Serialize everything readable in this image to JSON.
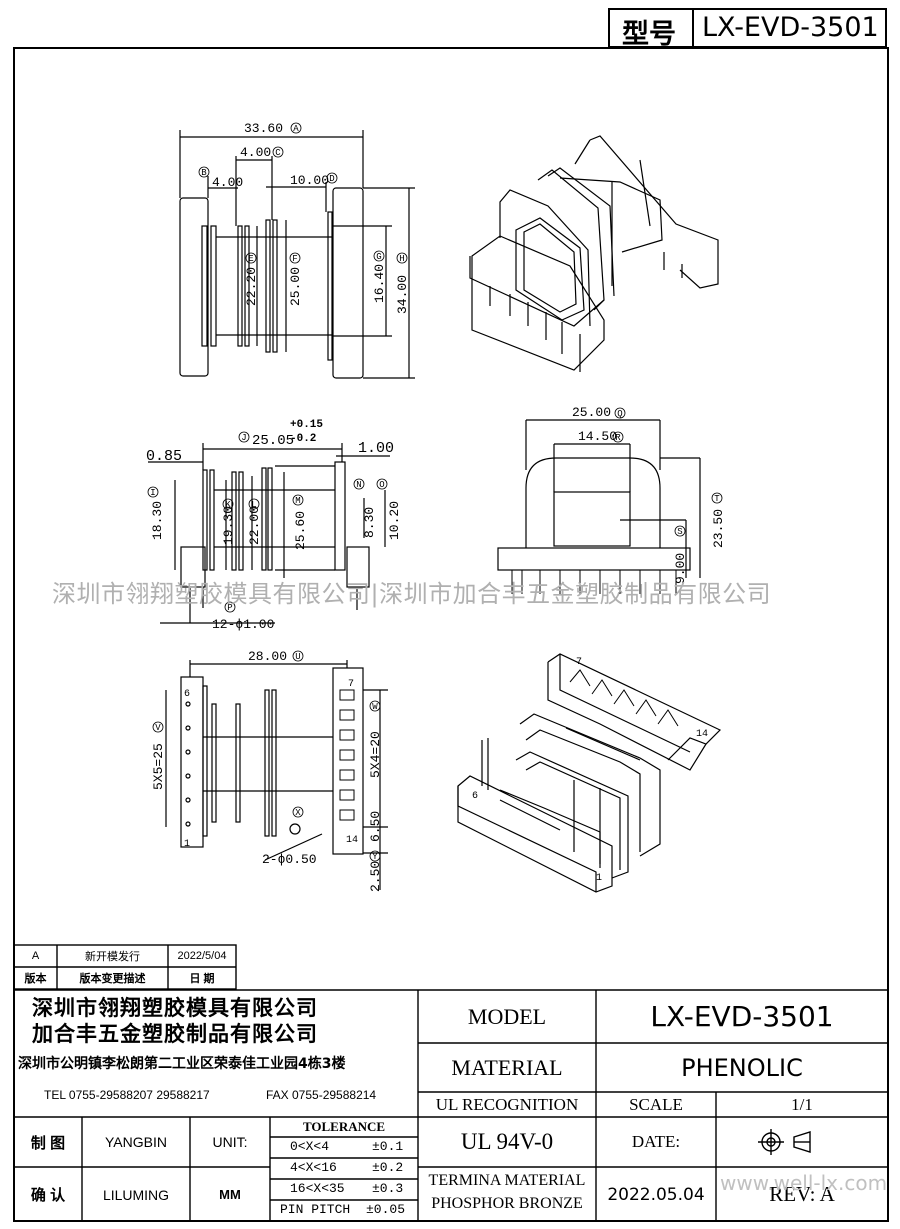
{
  "header": {
    "label": "型号",
    "model": "LX-EVD-3501"
  },
  "watermark": {
    "text": "深圳市翎翔塑胶模具有限公司|深圳市加合丰五金塑胶制品有限公司",
    "site": "www.well-lx.com"
  },
  "dims": {
    "top": {
      "a": "33.60",
      "c": "4.00",
      "b": "4.00",
      "d": "10.00",
      "e": "22.20",
      "f": "25.00",
      "g": "16.40",
      "h": "34.00"
    },
    "mid": {
      "tol_plus": "+0.15",
      "tol_minus": "-0.2",
      "j": "25.05",
      "w085": "0.85",
      "w100": "1.00",
      "i": "18.30",
      "k": "19.30",
      "l": "22.00",
      "m": "25.60",
      "n": "8.30",
      "o": "10.20",
      "pins": "12-ϕ1.00"
    },
    "side": {
      "q": "25.00",
      "r": "14.50",
      "t": "23.50",
      "s": "9.00"
    },
    "bottom": {
      "u": "28.00",
      "v": "5X5=25",
      "w": "5X4=20",
      "y1": "6.50",
      "y2": "2.50",
      "x": "2-ϕ0.50",
      "pin6": "6",
      "pin1": "1",
      "pin7": "7",
      "pin14": "14"
    },
    "iso": {
      "pin7": "7",
      "pin14": "14",
      "pin6": "6",
      "pin1": "1"
    },
    "letters": {
      "A": "A",
      "B": "B",
      "C": "C",
      "D": "D",
      "E": "E",
      "F": "F",
      "G": "G",
      "H": "H",
      "I": "I",
      "J": "J",
      "K": "K",
      "L": "L",
      "M": "M",
      "N": "N",
      "O": "O",
      "P": "P",
      "Q": "Q",
      "R": "R",
      "S": "S",
      "T": "T",
      "U": "U",
      "V": "V",
      "W": "W",
      "X": "X",
      "Y": "Y"
    }
  },
  "revisions": {
    "rows": [
      {
        "ver": "A",
        "desc": "新开模发行",
        "date": "2022/5/04"
      }
    ],
    "head": {
      "ver": "版本",
      "desc": "版本变更描述",
      "date": "日 期"
    }
  },
  "company": {
    "name1": "深圳市翎翔塑胶模具有限公司",
    "name2": "加合丰五金塑胶制品有限公司",
    "address": "深圳市公明镇李松朗第二工业区荣泰佳工业园4栋3楼",
    "tel": "TEL 0755-29588207 29588217",
    "fax": "FAX 0755-29588214"
  },
  "title_block": {
    "model_label": "MODEL",
    "model_value": "LX-EVD-3501",
    "material_label": "MATERIAL",
    "material_value": "PHENOLIC",
    "ul_label": "UL RECOGNITION",
    "ul_value": "UL 94V-0",
    "scale_label": "SCALE",
    "scale_value": "1/1",
    "date_label": "DATE:",
    "date_value": "2022.05.04",
    "rev": "REV: A",
    "termina1": "TERMINA MATERIAL",
    "termina2": "PHOSPHOR BRONZE",
    "drawn_label": "制 图",
    "drawn_value": "YANGBIN",
    "check_label": "确 认",
    "check_value": "LILUMING",
    "unit_label": "UNIT:",
    "unit_value": "MM",
    "tolerance_head": "TOLERANCE",
    "tol": [
      {
        "range": "0<X<4",
        "val": "±0.1"
      },
      {
        "range": "4<X<16",
        "val": "±0.2"
      },
      {
        "range": "16<X<35",
        "val": "±0.3"
      },
      {
        "range": "PIN PITCH",
        "val": "±0.05"
      }
    ]
  }
}
